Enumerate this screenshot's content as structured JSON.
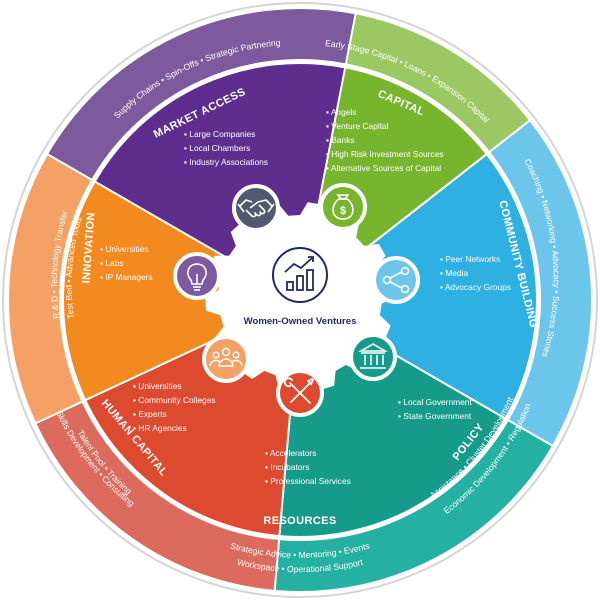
{
  "center": {
    "label": "Women-Owned Ventures",
    "icon": "growth-chart-icon"
  },
  "segments": [
    {
      "id": "market-access",
      "title": "MARKET ACCESS",
      "icon": "handshake-icon",
      "color": "#1e2a5e",
      "outer_color": "#52596e",
      "items": [
        "Large Companies",
        "Local Chambers",
        "Industry Associations"
      ],
      "outer": [
        "Supply Chains • Spin-Offs • Strategic Partnering"
      ]
    },
    {
      "id": "capital",
      "title": "CAPITAL",
      "icon": "money-bag-icon",
      "color": "#78b52f",
      "outer_color": "#9cc864",
      "items": [
        "Angels",
        "Venture Capital",
        "Banks",
        "High Risk Investment Sources",
        "Alternative Sources of Capital"
      ],
      "outer": [
        "Early Stage Capital • Loans • Expansion Capital"
      ]
    },
    {
      "id": "community-building",
      "title": "COMMUNITY BUILDING",
      "icon": "share-network-icon",
      "color": "#2fb0e3",
      "outer_color": "#6cc6ec",
      "items": [
        "Peer Networks",
        "Media",
        "Advocacy Groups"
      ],
      "outer": [
        "Coaching • Networking • Advocacy • Success Stories"
      ]
    },
    {
      "id": "policy",
      "title": "POLICY",
      "icon": "government-building-icon",
      "color": "#169b8a",
      "outer_color": "#24b0a2",
      "items": [
        "Local Government",
        "State Government"
      ],
      "outer": [
        "Economic Development • Regulation",
        "Assistance • Cluster Development"
      ]
    },
    {
      "id": "resources",
      "title": "RESOURCES",
      "icon": "tools-icon",
      "color": "#dc4a2f",
      "outer_color": "#dc6a5d",
      "items": [
        "Accelerators",
        "Incubators",
        "Professional Services"
      ],
      "outer": [
        "Strategic Advice • Mentoring • Events",
        "Workspace • Operational Support"
      ]
    },
    {
      "id": "human-capital",
      "title": "HUMAN CAPITAL",
      "icon": "people-icon",
      "color": "#f38a1f",
      "outer_color": "#f5a165",
      "items": [
        "Universities",
        "Community Colleges",
        "Experts",
        "HR Agencies"
      ],
      "outer": [
        "Talent Pool • Training",
        "Skills Development • Consulting"
      ]
    },
    {
      "id": "innovation",
      "title": "INNOVATION",
      "icon": "lightbulb-icon",
      "color": "#5f2d8d",
      "outer_color": "#7d5a9e",
      "items": [
        "Universities",
        "Labs",
        "IP Managers"
      ],
      "outer": [
        "R & D • Technology Transfer",
        "Test Bed • Advanced Tools"
      ]
    }
  ]
}
